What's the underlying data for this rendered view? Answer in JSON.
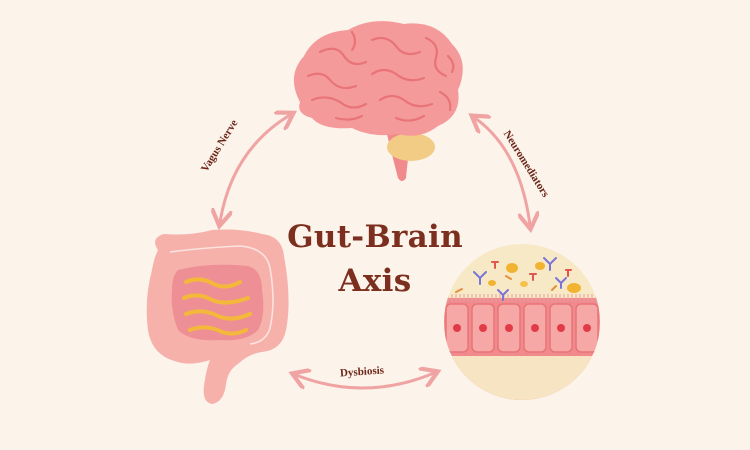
{
  "title": {
    "line1": "Gut-Brain",
    "line2": "Axis"
  },
  "connections": {
    "vagus": "Vagus Nerve",
    "neuro": "Neuromediators",
    "dysbiosis": "Dysbiosis"
  },
  "colors": {
    "background": "#fcf3ea",
    "title": "#7c2f1e",
    "arrow": "#f0a3a3",
    "brain": "#f49a9a",
    "intestine": "#f6b1ab",
    "cells": "#f08a8c"
  }
}
